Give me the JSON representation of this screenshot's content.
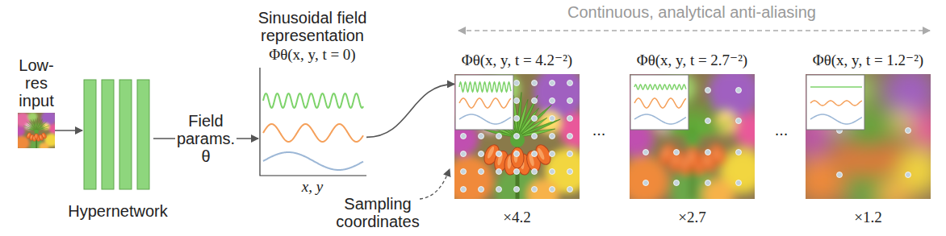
{
  "diagram": {
    "nodes": [
      {
        "text": [
          "Low-res input"
        ]
      },
      {
        "text": [
          "Hypernetwork"
        ]
      },
      {
        "text": [
          "Sinusoidal field representation",
          "Φθ(x, y, t = 0)",
          "x, y"
        ]
      },
      {
        "text": [
          "Φθ(x, y, t = 4.2⁻²)",
          "×4.2"
        ]
      },
      {
        "text": [
          "Φθ(x, y, t = 2.7⁻²)",
          "×2.7"
        ]
      },
      {
        "text": [
          "Φθ(x, y, t = 1.2⁻²)",
          "×1.2"
        ]
      }
    ],
    "edges": [
      {
        "from": 0,
        "to": 1,
        "arrow": "to"
      },
      {
        "from": 1,
        "to": 2,
        "label": "Field params. θ",
        "arrow": "to"
      },
      {
        "from": 2,
        "to": 3,
        "arrow": "to"
      }
    ],
    "labels": [
      "Continuous, analytical anti-aliasing",
      "...",
      "...",
      "Sampling coordinates"
    ]
  }
}
